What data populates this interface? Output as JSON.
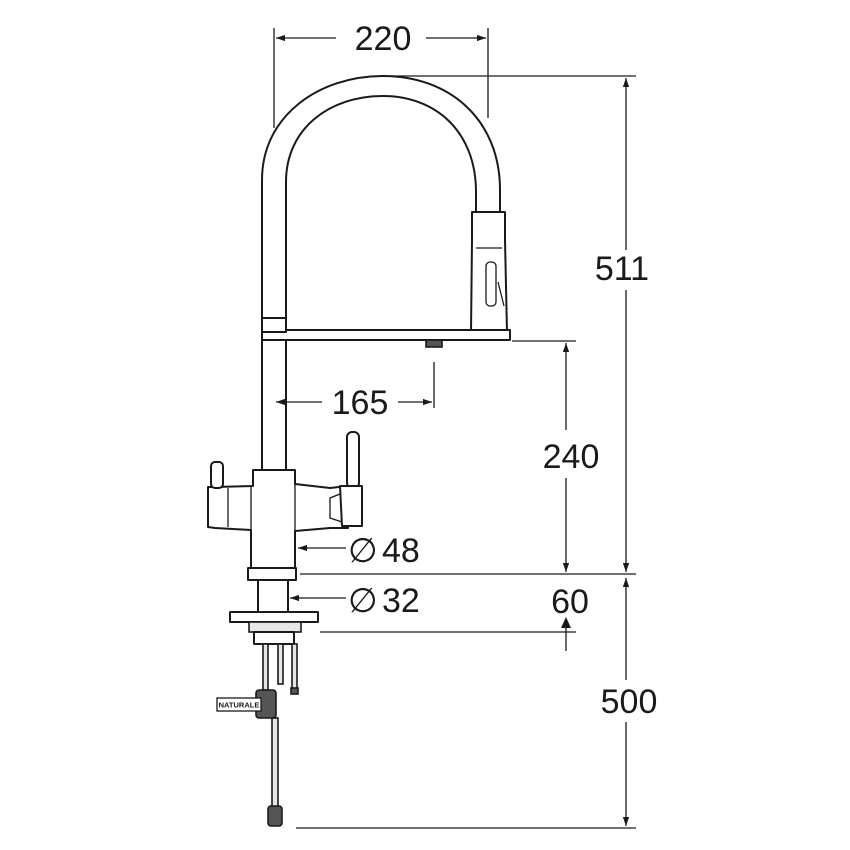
{
  "dimensions": {
    "spout_reach": "220",
    "total_height": "511",
    "handle_offset": "165",
    "body_height": "240",
    "body_diameter": "48",
    "base_diameter": "32",
    "base_height": "60",
    "hose_length": "500"
  },
  "labels": {
    "diameter_symbol": "∅",
    "valve_tag": "NATURALE"
  }
}
